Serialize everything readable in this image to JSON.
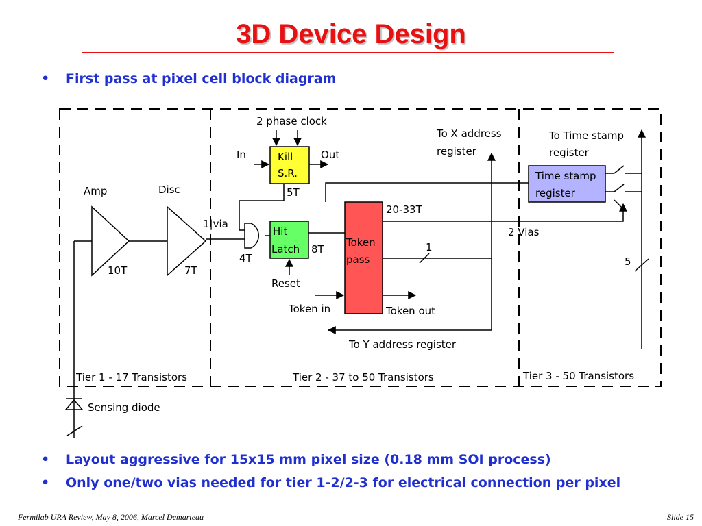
{
  "slide": {
    "title": "3D Device Design",
    "bullets": [
      "First pass at pixel cell block diagram",
      "Layout aggressive for 15x15 mm pixel size (0.18 mm SOI process)",
      "Only one/two vias needed for tier 1-2/2-3 for electrical connection per pixel"
    ],
    "footer_left": "Fermilab URA Review, May 8, 2006, Marcel Demarteau",
    "footer_right": "Slide 15"
  },
  "diagram": {
    "tiers": {
      "tier1": "Tier 1 - 17 Transistors",
      "tier2": "Tier 2 - 37 to 50 Transistors",
      "tier3": "Tier 3 - 50 Transistors"
    },
    "amp": {
      "label": "Amp",
      "count": "10T"
    },
    "disc": {
      "label": "Disc",
      "count": "7T"
    },
    "via_label": "1|via",
    "and_gate_count": "4T",
    "hit_latch": {
      "line1": "Hit",
      "line2": "Latch",
      "count": "8T"
    },
    "reset": "Reset",
    "kill": {
      "line1": "Kill",
      "line2": "S.R.",
      "count": "5T",
      "clock": "2 phase clock",
      "in": "In",
      "out": "Out"
    },
    "token": {
      "line1": "Token",
      "line2": "pass",
      "count": "20-33T",
      "in": "Token in",
      "out": "Token out"
    },
    "x_address": {
      "line1": "To X address",
      "line2": "register"
    },
    "y_address": "To Y address register",
    "time_stamp_target": {
      "line1": "To Time stamp",
      "line2": "register"
    },
    "time_stamp_block": {
      "line1": "Time stamp",
      "line2": "register"
    },
    "vias2": "2 Vias",
    "bus1": "1",
    "bus5": "5",
    "sensing_diode": "Sensing diode",
    "colors": {
      "kill": "#ffff33",
      "hit_latch": "#66ff66",
      "token": "#ff5555",
      "time_stamp": "#b3b3ff"
    }
  }
}
